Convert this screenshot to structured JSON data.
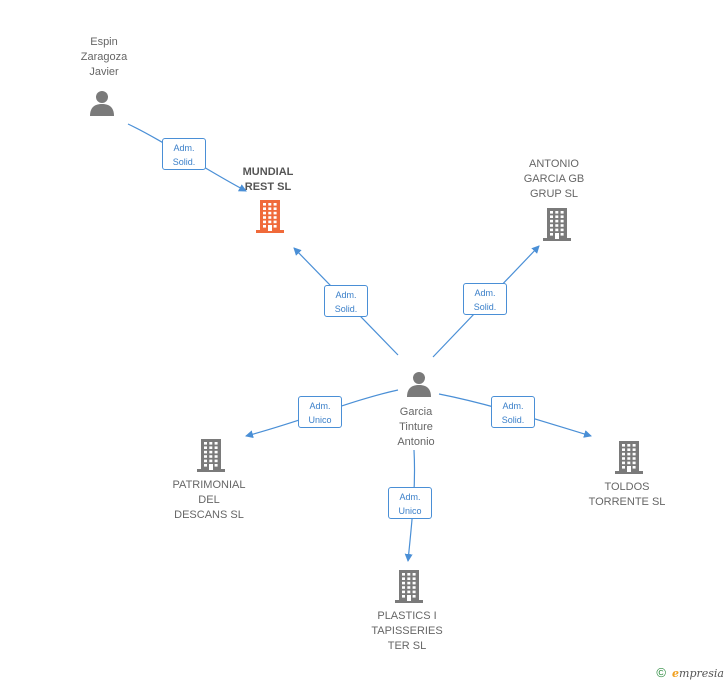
{
  "colors": {
    "edge": "#4a8fd6",
    "company": "#7a7a7a",
    "company_focus": "#f06a3a",
    "person": "#7a7a7a"
  },
  "nodes": [
    {
      "id": "espin",
      "type": "person",
      "lines": [
        "Espin",
        "Zaragoza",
        "Javier"
      ]
    },
    {
      "id": "mundial",
      "type": "company",
      "focus": true,
      "lines": [
        "MUNDIAL",
        "REST SL"
      ]
    },
    {
      "id": "antonio_gb",
      "type": "company",
      "lines": [
        "ANTONIO",
        "GARCIA GB",
        "GRUP SL"
      ]
    },
    {
      "id": "garcia",
      "type": "person",
      "lines": [
        "Garcia",
        "Tinture",
        "Antonio"
      ]
    },
    {
      "id": "patrimonial",
      "type": "company",
      "lines": [
        "PATRIMONIAL",
        "DEL",
        "DESCANS SL"
      ]
    },
    {
      "id": "toldos",
      "type": "company",
      "lines": [
        "TOLDOS",
        "TORRENTE SL"
      ]
    },
    {
      "id": "plastics",
      "type": "company",
      "lines": [
        "PLASTICS I",
        "TAPISSERIES",
        "TER SL"
      ]
    }
  ],
  "edges": [
    {
      "from": "espin",
      "to": "mundial",
      "label": [
        "Adm.",
        "Solid."
      ]
    },
    {
      "from": "garcia",
      "to": "mundial",
      "label": [
        "Adm.",
        "Solid."
      ]
    },
    {
      "from": "garcia",
      "to": "antonio_gb",
      "label": [
        "Adm.",
        "Solid."
      ]
    },
    {
      "from": "garcia",
      "to": "patrimonial",
      "label": [
        "Adm.",
        "Unico"
      ]
    },
    {
      "from": "garcia",
      "to": "toldos",
      "label": [
        "Adm.",
        "Solid."
      ]
    },
    {
      "from": "garcia",
      "to": "plastics",
      "label": [
        "Adm.",
        "Unico"
      ]
    }
  ],
  "footer": {
    "copyright": "©",
    "brand_initial": "e",
    "brand_rest": "mpresia"
  }
}
